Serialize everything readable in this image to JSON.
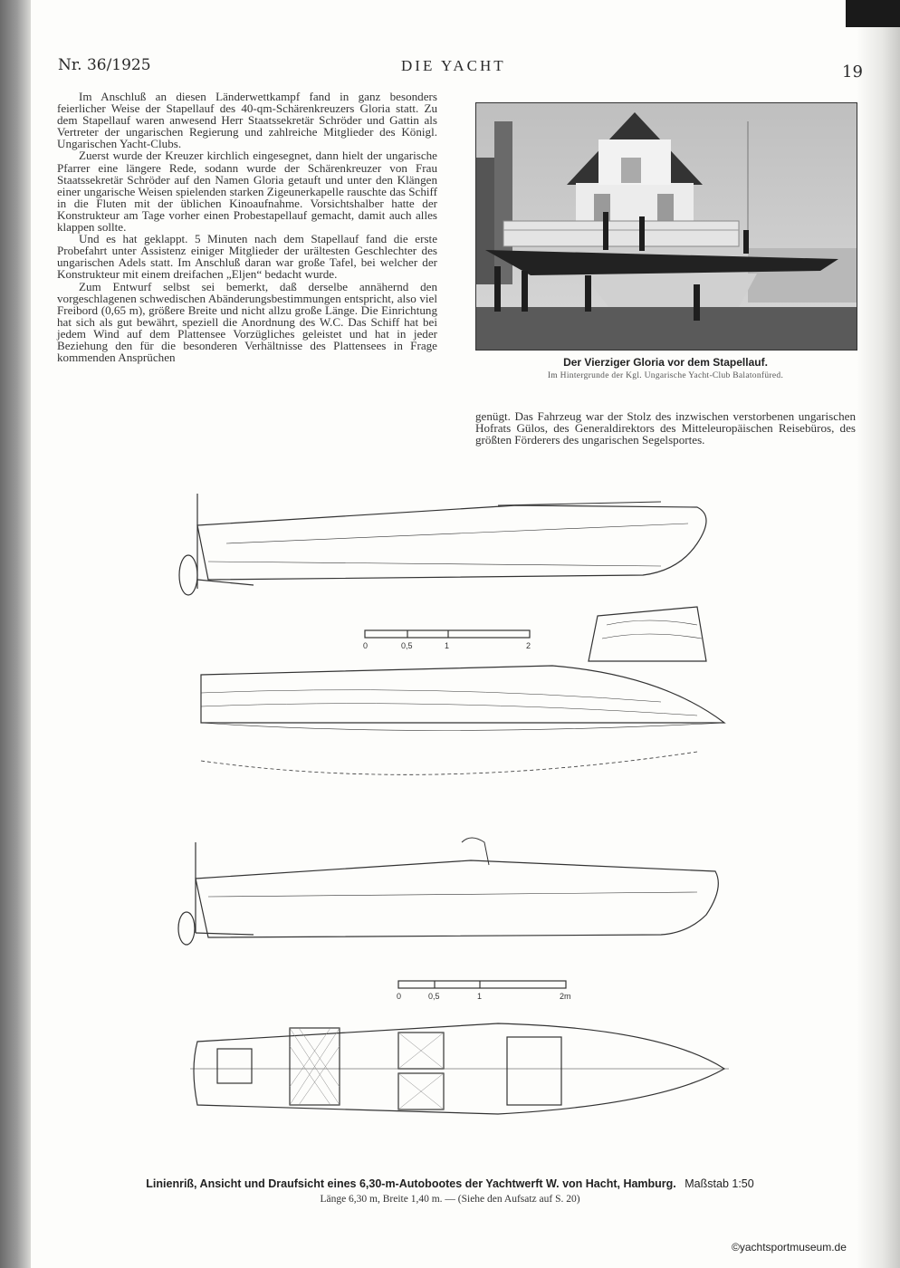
{
  "header": {
    "issue": "Nr. 36/1925",
    "journal": "DIE YACHT",
    "page_number": "19"
  },
  "article_left": {
    "paragraphs": [
      "Im Anschluß an diesen Länderwettkampf fand in ganz besonders feierlicher Weise der Stapellauf des 40-qm-Schärenkreuzers Gloria statt. Zu dem Stapellauf waren anwesend Herr Staatssekretär Schröder und Gattin als Vertreter der ungarischen Regierung und zahlreiche Mitglieder des Königl. Ungarischen Yacht-Clubs.",
      "Zuerst wurde der Kreuzer kirchlich eingesegnet, dann hielt der ungarische Pfarrer eine längere Rede, sodann wurde der Schärenkreuzer von Frau Staatssekretär Schröder auf den Namen Gloria getauft und unter den Klängen einer ungarische Weisen spielenden starken Zigeunerkapelle rauschte das Schiff in die Fluten mit der üblichen Kinoaufnahme. Vorsichtshalber hatte der Konstrukteur am Tage vorher einen Probestapellauf gemacht, damit auch alles klappen sollte.",
      "Und es hat geklappt. 5 Minuten nach dem Stapellauf fand die erste Probefahrt unter Assistenz einiger Mitglieder der urältesten Geschlechter des ungarischen Adels statt. Im Anschluß daran war große Tafel, bei welcher der Konstrukteur mit einem dreifachen „Eljen“ bedacht wurde.",
      "Zum Entwurf selbst sei bemerkt, daß derselbe annähernd den vorgeschlagenen schwedischen Abänderungsbestimmungen entspricht, also viel Freibord (0,65 m), größere Breite und nicht allzu große Länge. Die Einrichtung hat sich als gut bewährt, speziell die Anordnung des W.C. Das Schiff hat bei jedem Wind auf dem Plattensee Vorzügliches geleistet und hat in jeder Beziehung den für die besonderen Verhältnisse des Plattensees in Frage kommenden Ansprüchen"
    ]
  },
  "photo": {
    "caption_title": "Der Vierziger Gloria vor dem Stapellauf.",
    "caption_sub": "Im Hintergrunde der Kgl. Ungarische Yacht-Club Balatonfüred."
  },
  "article_right": {
    "paragraph": "genügt. Das Fahrzeug war der Stolz des inzwischen verstorbenen ungarischen Hofrats Gülos, des Generaldirektors des Mitteleuropäischen Reisebüros, des größten Förderers des ungarischen Segelsportes."
  },
  "drawings": {
    "scale1_labels": [
      "0",
      "0,5",
      "1",
      "2"
    ],
    "scale2_labels": [
      "0",
      "0,5",
      "1",
      "2m"
    ]
  },
  "figure_caption": {
    "main": "Linienriß, Ansicht und Draufsicht eines 6,30-m-Autobootes der Yachtwerft W. von Hacht, Hamburg.",
    "scale": "Maßstab 1:50",
    "sub": "Länge 6,30 m, Breite 1,40 m. — (Siehe den Aufsatz auf S. 20)"
  },
  "watermark": "©yachtsportmuseum.de"
}
